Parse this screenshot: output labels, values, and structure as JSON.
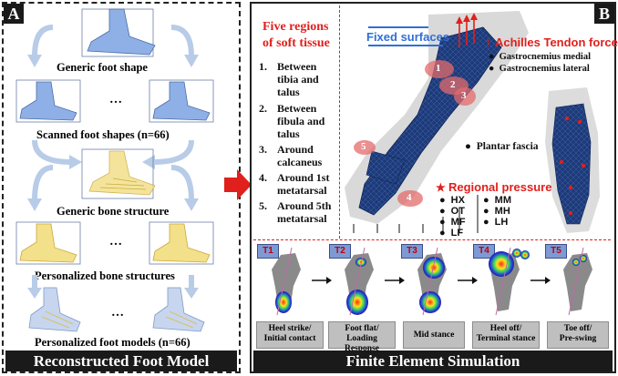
{
  "left_panel": {
    "tag": "A",
    "steps": [
      "Generic foot shape",
      "Scanned foot shapes (n=66)",
      "Generic bone structure",
      "Personalized bone structures",
      "Personalized foot models (n=66)"
    ],
    "ellipsis": "…",
    "caption": "Reconstructed Foot Model"
  },
  "right_panel": {
    "tag": "B",
    "caption": "Finite Element Simulation",
    "regions_title_line1": "Five  regions",
    "regions_title_line2": "of soft tissue",
    "regions": [
      {
        "num": "1.",
        "lines": [
          "Between",
          "tibia   and",
          "talus"
        ]
      },
      {
        "num": "2.",
        "lines": [
          "Between",
          "fibula  and",
          "talus"
        ]
      },
      {
        "num": "3.",
        "lines": [
          "Around",
          "calcaneus"
        ]
      },
      {
        "num": "4.",
        "lines": [
          "Around 1st",
          "metatarsal"
        ]
      },
      {
        "num": "5.",
        "lines": [
          "Around 5th",
          "metatarsal"
        ]
      }
    ],
    "fixed_surfaces": "Fixed surfaces",
    "achilles_title": "Achilles Tendon  force",
    "achilles_items": [
      "Gastrocnemius medial",
      "Gastrocnemius lateral"
    ],
    "plantar_fascia": "Plantar fascia",
    "regional_pressure_title": "Regional pressure",
    "pressure_regions": [
      "HX",
      "OT",
      "MF",
      "LF",
      "MM",
      "MH",
      "LH"
    ],
    "region_markers": [
      "1",
      "2",
      "3",
      "4",
      "5"
    ],
    "phases": [
      {
        "tag": "T1",
        "label": "Heel strike/\nInitial contact"
      },
      {
        "tag": "T2",
        "label": "Foot flat/\nLoading Response"
      },
      {
        "tag": "T3",
        "label": "Mid stance"
      },
      {
        "tag": "T4",
        "label": "Heel off/\nTerminal stance"
      },
      {
        "tag": "T5",
        "label": "Toe off/\nPre-swing"
      }
    ]
  },
  "colors": {
    "accent_red": "#e0201c",
    "fixed_blue": "#2f6fd6",
    "bone_blue": "#1e3a78",
    "tag_bg": "#1a1a1a",
    "bone_yellow": "#f3e08a",
    "foot_blue": "#8fb0e6"
  }
}
